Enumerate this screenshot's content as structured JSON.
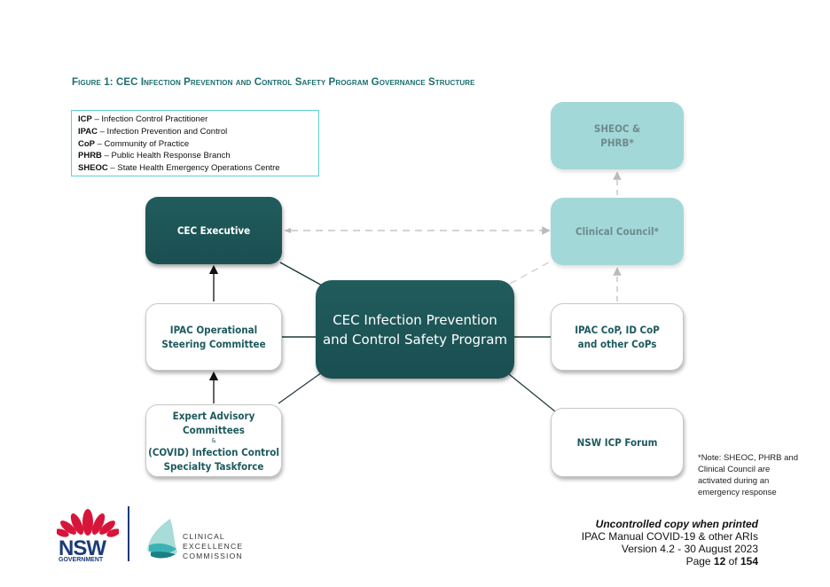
{
  "figure": {
    "title": "Figure 1: CEC Infection Prevention and Control Safety Program Governance Structure"
  },
  "legend": {
    "items": [
      {
        "abbr": "ICP",
        "text": " – Infection Control Practitioner"
      },
      {
        "abbr": "IPAC",
        "text": " – Infection Prevention and Control"
      },
      {
        "abbr": "CoP",
        "text": " – Community of Practice"
      },
      {
        "abbr": "PHRB",
        "text": " – Public Health Response Branch"
      },
      {
        "abbr": "SHEOC",
        "text": " – State Health Emergency Operations Centre"
      }
    ]
  },
  "nodes": {
    "cec_executive": "CEC Executive",
    "center_line1": "CEC Infection Prevention",
    "center_line2": "and Control Safety Program",
    "ipac_osc_line1": "IPAC Operational",
    "ipac_osc_line2": "Steering Committee",
    "expert_line1": "Expert Advisory",
    "expert_line2": "Committees",
    "expert_amp": "&",
    "expert_line3": "(COVID) Infection Control",
    "expert_line4": "Specialty Taskforce",
    "sheoc_line1": "SHEOC &",
    "sheoc_line2": "PHRB*",
    "clinical_council": "Clinical Council*",
    "cop_line1": "IPAC CoP, ID CoP",
    "cop_line2": "and other CoPs",
    "icp_forum": "NSW ICP Forum"
  },
  "note": {
    "line1": "*Note: SHEOC, PHRB and",
    "line2": "Clinical Council are",
    "line3": "activated during an",
    "line4": "emergency response"
  },
  "footer": {
    "uncontrolled": "Uncontrolled copy when printed",
    "manual": "IPAC Manual COVID-19 & other ARIs",
    "version": "Version 4.2 - 30 August 2023",
    "page_prefix": "Page ",
    "page_current": "12",
    "page_of": " of ",
    "page_total": "154"
  },
  "logos": {
    "nsw": "NSW",
    "government": "GOVERNMENT",
    "cec_line1": "CLINICAL",
    "cec_line2": "EXCELLENCE",
    "cec_line3": "COMMISSION"
  },
  "colors": {
    "title": "#1a6e6e",
    "dark_node": "#1e5457",
    "teal_node": "#a3d8d8",
    "legend_border": "#5ccfd6",
    "nsw_blue": "#1b3b7a",
    "nsw_red": "#d7153a"
  }
}
